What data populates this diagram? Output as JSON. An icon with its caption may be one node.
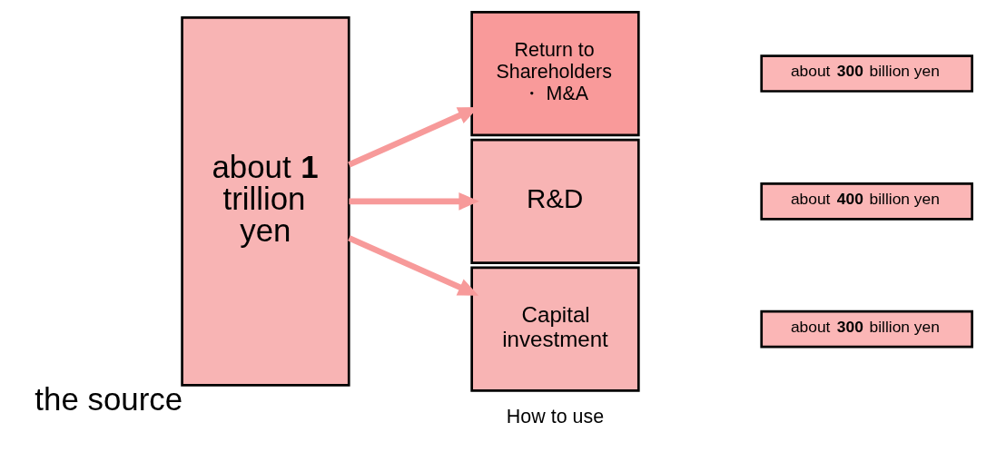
{
  "diagram": {
    "nodes": [
      {
        "text": [
          "about **1** trillion yen"
        ],
        "beside": [
          "the source"
        ]
      },
      {
        "text": [
          "Return to Shareholders ・ M&A"
        ]
      },
      {
        "text": [
          "R&D"
        ]
      },
      {
        "text": [
          "Capital investment"
        ]
      },
      {
        "text": [
          "about **300** billion yen"
        ]
      },
      {
        "text": [
          "about **400** billion yen"
        ]
      },
      {
        "text": [
          "about **300** billion yen"
        ]
      }
    ],
    "edges": [
      {
        "from": 0,
        "to": 1,
        "arrow": "to"
      },
      {
        "from": 0,
        "to": 2,
        "arrow": "to"
      },
      {
        "from": 0,
        "to": 3,
        "arrow": "to"
      }
    ],
    "labels": [
      "How to use"
    ]
  }
}
